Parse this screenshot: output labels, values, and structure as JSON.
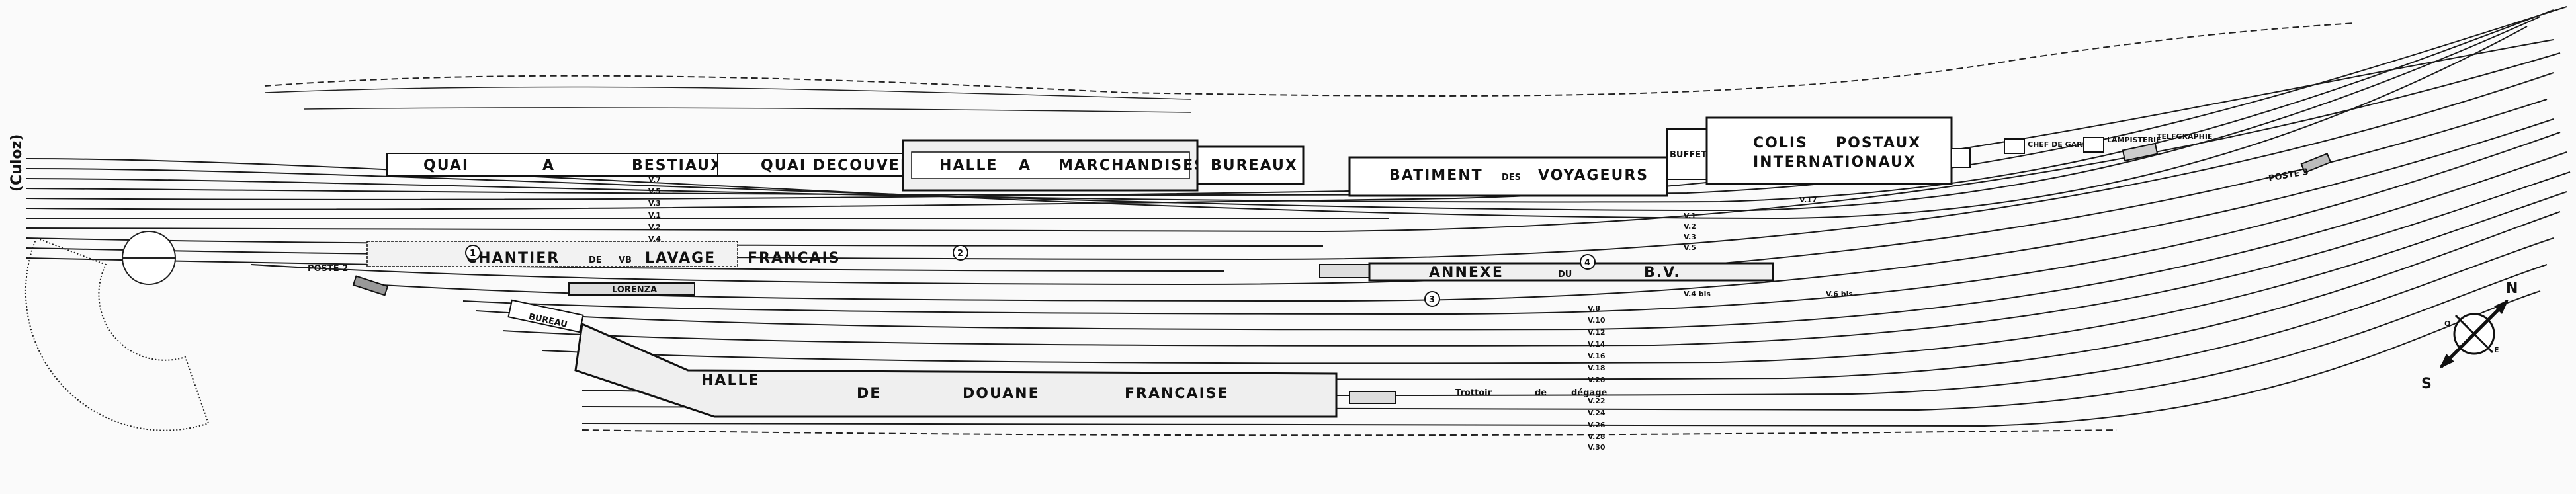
{
  "side_label": "(Culoz)",
  "buildings": {
    "quai_bestiaux": [
      "QUAI",
      "A",
      "BESTIAUX"
    ],
    "quai_decouvert": "QUAI DECOUVERT",
    "halle_marchandises": [
      "HALLE",
      "A",
      "MARCHANDISES"
    ],
    "bureaux": "BUREAUX",
    "batiment_voyageurs": [
      "BATIMENT",
      "DES",
      "VOYAGEURS"
    ],
    "buffet": "BUFFET",
    "colis_postaux": [
      "COLIS",
      "POSTAUX",
      "INTERNATIONAUX"
    ],
    "small_right": [
      "CHEF DE GARE",
      "LAMPISTERIE",
      "TELEGRAPHIE"
    ],
    "chantier": [
      "CHANTIER",
      "DE",
      "LAVAGE",
      "FRANCAIS"
    ],
    "chantier_vb": "VB",
    "annexe": [
      "ANNEXE",
      "DU",
      "B.V."
    ],
    "lorenza": "LORENZA",
    "halle_douane": [
      "HALLE",
      "DE",
      "DOUANE",
      "FRANCAISE"
    ],
    "bureau_douane": "BUREAU",
    "trottoir": [
      "Trottoir",
      "de",
      "dégage"
    ]
  },
  "postes": [
    "POSTE 2",
    "POSTE 3"
  ],
  "markers": [
    "1",
    "2",
    "3",
    "4"
  ],
  "track_labels_left": [
    "V.7",
    "V.5",
    "V.3",
    "V.1",
    "V.2",
    "V.4"
  ],
  "track_labels_right": [
    "V.1",
    "V.2",
    "V.3",
    "V.5"
  ],
  "track_labels_lower": [
    "V.4 bis",
    "V.6 bis",
    "V.8",
    "V.10",
    "V.12",
    "V.14",
    "V.16",
    "V.18",
    "V.20",
    "V.22",
    "V.24",
    "V.26",
    "V.28",
    "V.30"
  ],
  "track_label_upper_right": "V.17",
  "compass": [
    "N",
    "E",
    "S",
    "O"
  ]
}
